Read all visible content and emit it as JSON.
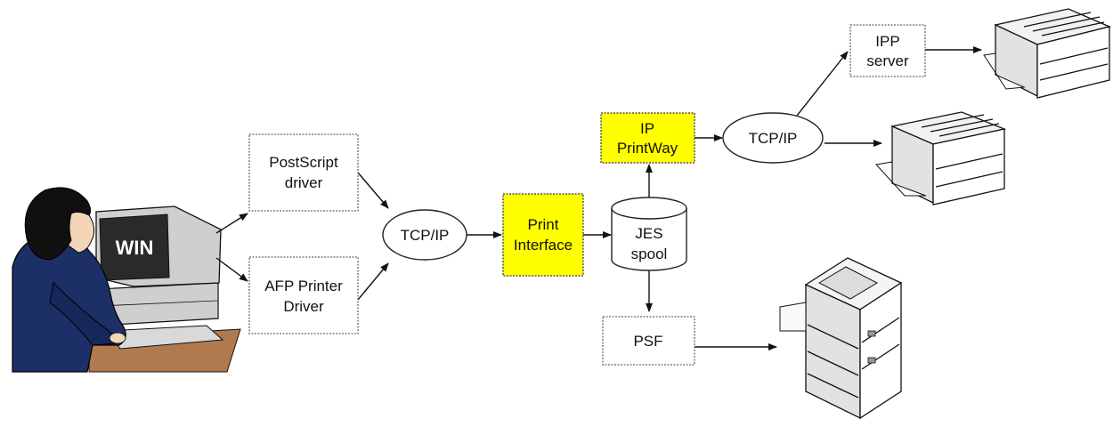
{
  "colors": {
    "highlight": "#ffff00",
    "box_border": "#666666",
    "line": "#111111",
    "monitor_body": "#cfcfcf",
    "screen": "#2a2a2a",
    "sweater": "#1c2f66",
    "hair": "#101010",
    "desk": "#b07a4e"
  },
  "user": {
    "screen_label": "WIN"
  },
  "nodes": {
    "postscript_driver": {
      "line1": "PostScript",
      "line2": "driver"
    },
    "afp_driver": {
      "line1": "AFP Printer",
      "line2": "Driver"
    },
    "tcpip_left": {
      "label": "TCP/IP"
    },
    "print_interface": {
      "line1": "Print",
      "line2": "Interface"
    },
    "jes_spool": {
      "line1": "JES",
      "line2": "spool"
    },
    "ip_printway": {
      "line1": "IP",
      "line2": "PrintWay"
    },
    "tcpip_right": {
      "label": "TCP/IP"
    },
    "ipp_server": {
      "line1": "IPP",
      "line2": "server"
    },
    "psf": {
      "label": "PSF"
    }
  },
  "icons": {
    "user": "user-at-computer-icon",
    "printer_top": "laser-printer-icon",
    "printer_middle": "laser-printer-icon",
    "printer_bottom": "floor-printer-icon"
  }
}
